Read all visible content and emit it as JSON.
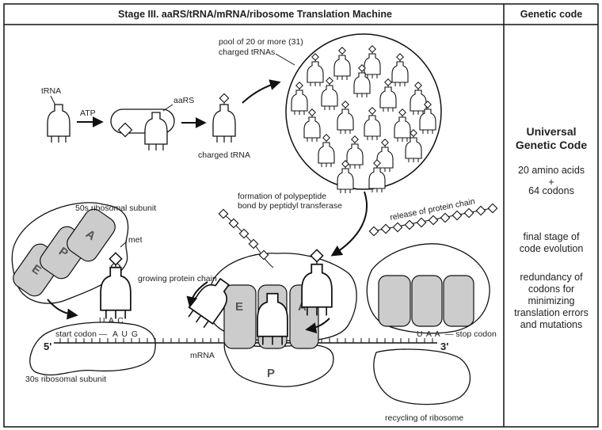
{
  "header": {
    "title": "Stage III. aaRS/tRNA/mRNA/ribosome Translation Machine",
    "genetic_code": "Genetic code"
  },
  "labels": {
    "trna": "tRNA",
    "atp": "ATP",
    "aars": "aaRS",
    "charged_trna": "charged tRNA",
    "pool_line1": "pool of 20 or more (31)",
    "pool_line2": "charged tRNAs",
    "subunit_50s": "50s ribosomal subunit",
    "subunit_30s": "30s ribosomal subunit",
    "met": "met",
    "growing_chain": "growing protein chain",
    "polypeptide_line1": "formation of polypeptide",
    "polypeptide_line2": "bond by peptidyl transferase",
    "release": "release of protein chain",
    "start_codon": "start codon —",
    "stop_codon": "— stop codon",
    "mrna": "mRNA",
    "five_prime": "5'",
    "three_prime": "3'",
    "recycling": "recycling of ribosome",
    "anticodon": "U  A  C",
    "aug": "A  U  G",
    "uaa": "U  A  A",
    "site_e": "E",
    "site_p": "P",
    "site_a": "A"
  },
  "side": {
    "universal_line1": "Universal",
    "universal_line2": "Genetic Code",
    "amino_acids": "20 amino acids",
    "plus": "+",
    "codons": "64 codons",
    "final_line1": "final stage of",
    "final_line2": "code evolution",
    "redundancy_lines": [
      "redundancy of",
      "codons for",
      "minimizing",
      "translation errors",
      "and mutations"
    ]
  }
}
